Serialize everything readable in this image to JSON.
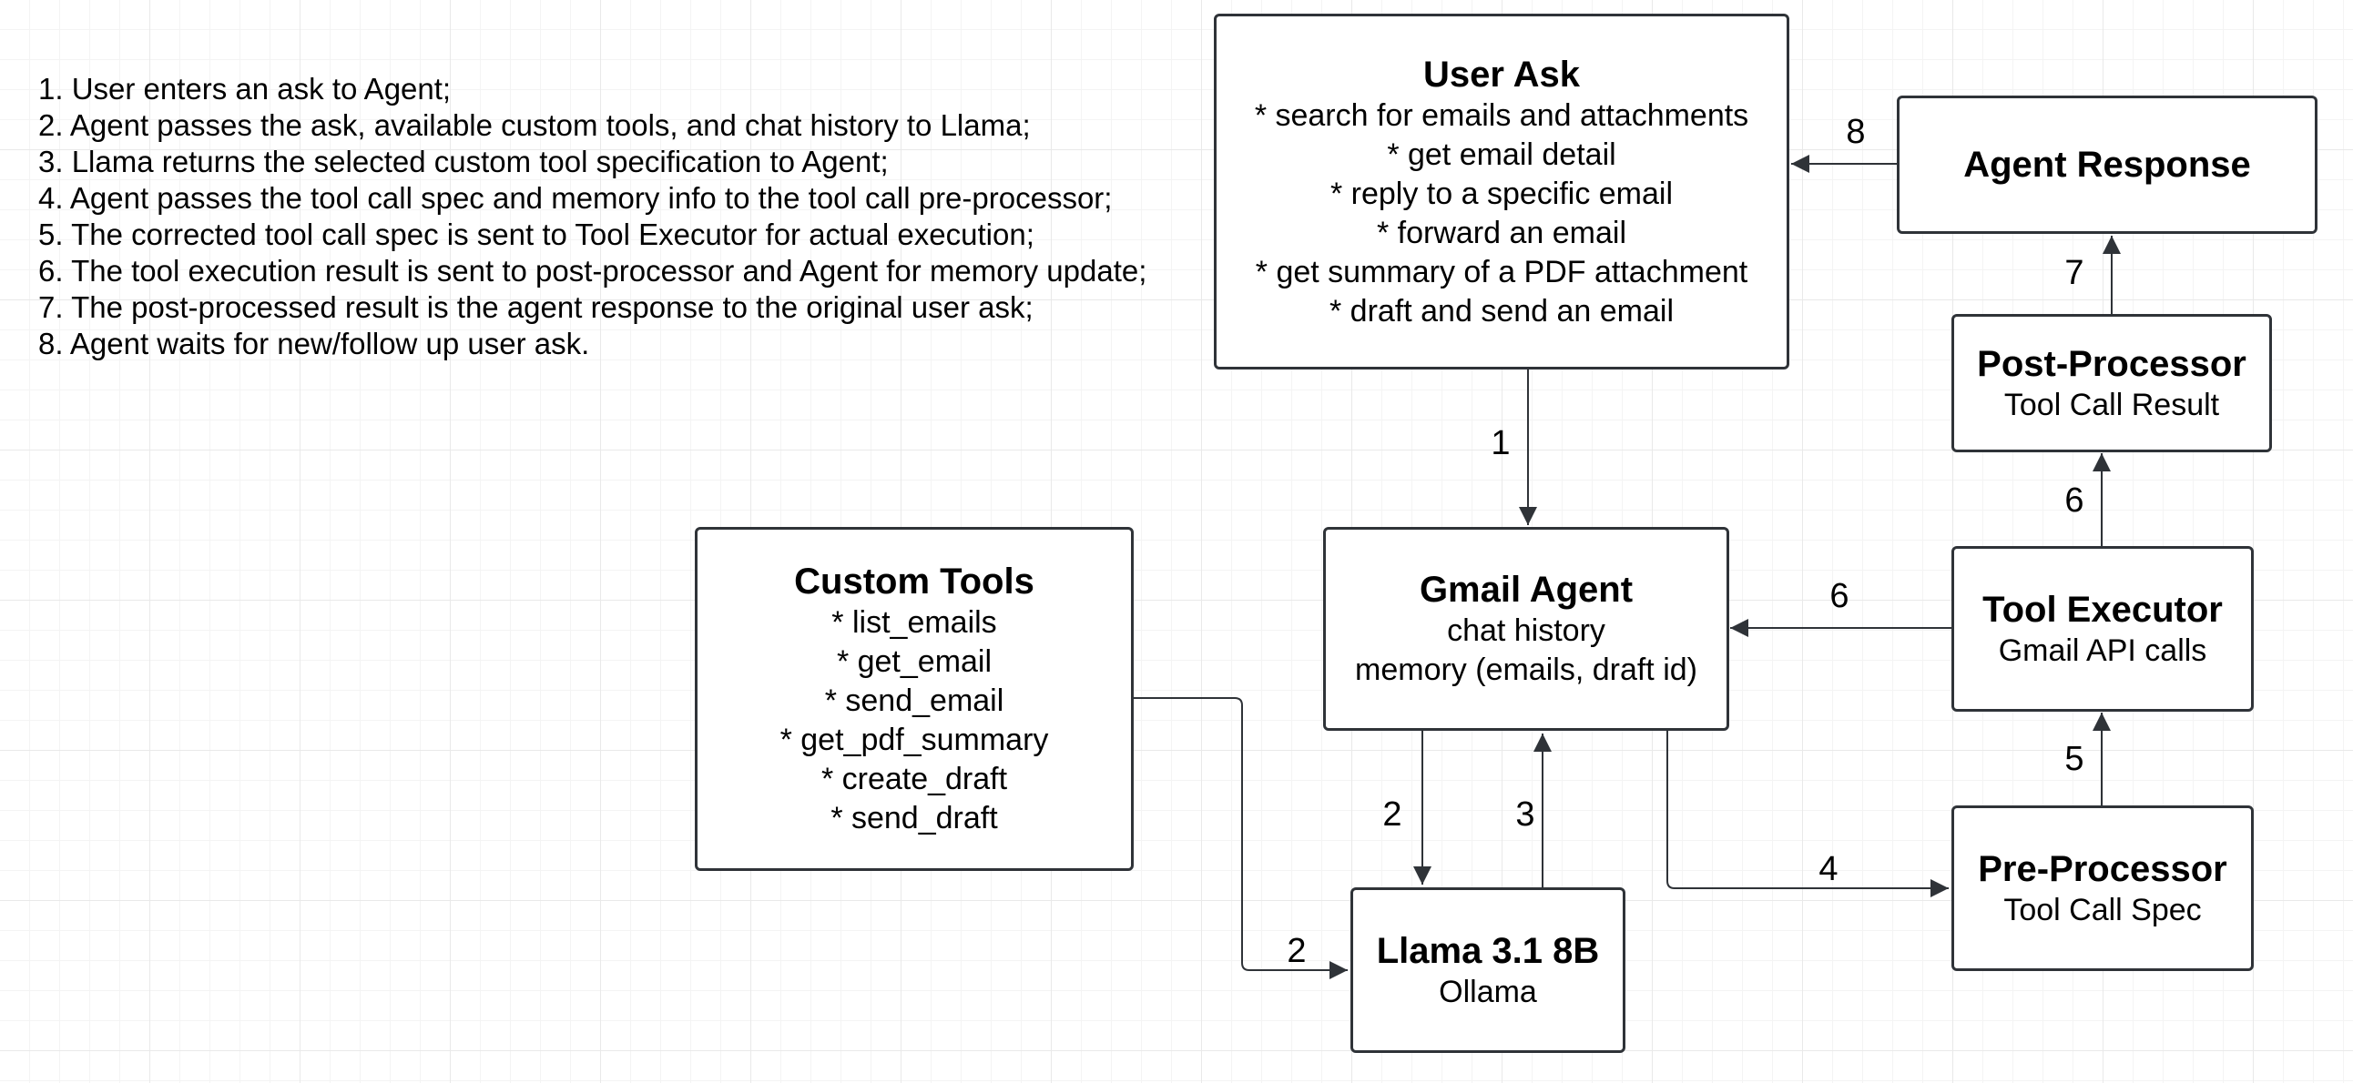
{
  "steps": [
    "1. User enters an ask to Agent;",
    "2. Agent passes the ask, available custom tools, and chat history to Llama;",
    "3. Llama returns the selected custom tool specification to Agent;",
    "4. Agent passes the tool call spec and memory info to the tool call pre-processor;",
    "5. The corrected tool call spec is sent to Tool Executor for actual execution;",
    "6. The tool execution result is sent to post-processor and Agent for memory update;",
    "7. The post-processed result is the agent response to the original user ask;",
    "8. Agent waits for new/follow up user ask."
  ],
  "nodes": {
    "user_ask": {
      "title": "User Ask",
      "lines": [
        "* search for emails and attachments",
        "* get email detail",
        "* reply to a specific email",
        "* forward an email",
        "* get summary of a PDF attachment",
        "* draft and send an email"
      ]
    },
    "agent_response": {
      "title": "Agent Response"
    },
    "post_processor": {
      "title": "Post-Processor",
      "lines": [
        "Tool Call Result"
      ]
    },
    "custom_tools": {
      "title": "Custom Tools",
      "lines": [
        "* list_emails",
        "* get_email",
        "* send_email",
        "* get_pdf_summary",
        "* create_draft",
        "* send_draft"
      ]
    },
    "gmail_agent": {
      "title": "Gmail Agent",
      "lines": [
        "chat history",
        "memory (emails, draft id)"
      ]
    },
    "tool_executor": {
      "title": "Tool Executor",
      "lines": [
        "Gmail API calls"
      ]
    },
    "llama": {
      "title": "Llama 3.1 8B",
      "lines": [
        "Ollama"
      ]
    },
    "pre_processor": {
      "title": "Pre-Processor",
      "lines": [
        "Tool Call Spec"
      ]
    }
  },
  "edges": {
    "agent_response_to_user_ask": "8",
    "user_ask_to_gmail_agent": "1",
    "post_processor_to_agent_response": "7",
    "tool_executor_to_post_processor": "6",
    "tool_executor_to_gmail_agent": "6",
    "gmail_agent_to_llama": "2",
    "llama_to_gmail_agent": "3",
    "gmail_agent_to_pre_processor": "4",
    "pre_processor_to_tool_executor": "5",
    "custom_tools_to_llama": "2"
  },
  "colors": {
    "stroke": "#2f3338",
    "grid": "#e9e9e9",
    "background": "#ffffff"
  }
}
